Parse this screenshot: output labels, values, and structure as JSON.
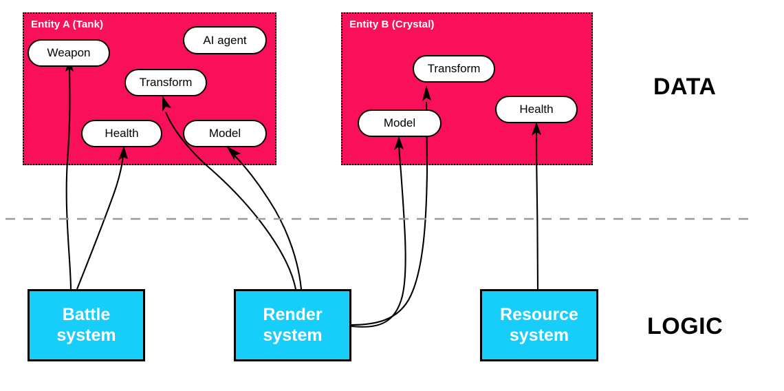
{
  "diagram": {
    "title_zones": [
      {
        "name": "data-zone-label",
        "text": "DATA"
      },
      {
        "name": "logic-zone-label",
        "text": "LOGIC"
      }
    ],
    "divider": {
      "style": "dashed",
      "color": "#9A9A9A"
    },
    "colors": {
      "entity_fill": "#FA0F5A",
      "system_fill": "#17CDFA",
      "component_fill": "#FFFFFF",
      "stroke": "#000000",
      "divider": "#9A9A9A",
      "entity_title_text": "#FFFFFF",
      "system_text": "#FFFFFF"
    }
  },
  "entities": [
    {
      "id": "entity-a",
      "title": "Entity A (Tank)",
      "components": [
        {
          "id": "a-weapon",
          "label": "Weapon"
        },
        {
          "id": "a-ai-agent",
          "label": "AI agent"
        },
        {
          "id": "a-transform",
          "label": "Transform"
        },
        {
          "id": "a-health",
          "label": "Health"
        },
        {
          "id": "a-model",
          "label": "Model"
        }
      ]
    },
    {
      "id": "entity-b",
      "title": "Entity B (Crystal)",
      "components": [
        {
          "id": "b-transform",
          "label": "Transform"
        },
        {
          "id": "b-model",
          "label": "Model"
        },
        {
          "id": "b-health",
          "label": "Health"
        }
      ]
    }
  ],
  "systems": [
    {
      "id": "battle-system",
      "line1": "Battle",
      "line2": "system"
    },
    {
      "id": "render-system",
      "line1": "Render",
      "line2": "system"
    },
    {
      "id": "resource-system",
      "line1": "Resource",
      "line2": "system"
    }
  ],
  "connections": [
    {
      "from": "battle-system",
      "to": "a-weapon"
    },
    {
      "from": "battle-system",
      "to": "a-health"
    },
    {
      "from": "render-system",
      "to": "a-transform"
    },
    {
      "from": "render-system",
      "to": "a-model"
    },
    {
      "from": "render-system",
      "to": "b-transform"
    },
    {
      "from": "render-system",
      "to": "b-model"
    },
    {
      "from": "resource-system",
      "to": "b-health"
    }
  ]
}
